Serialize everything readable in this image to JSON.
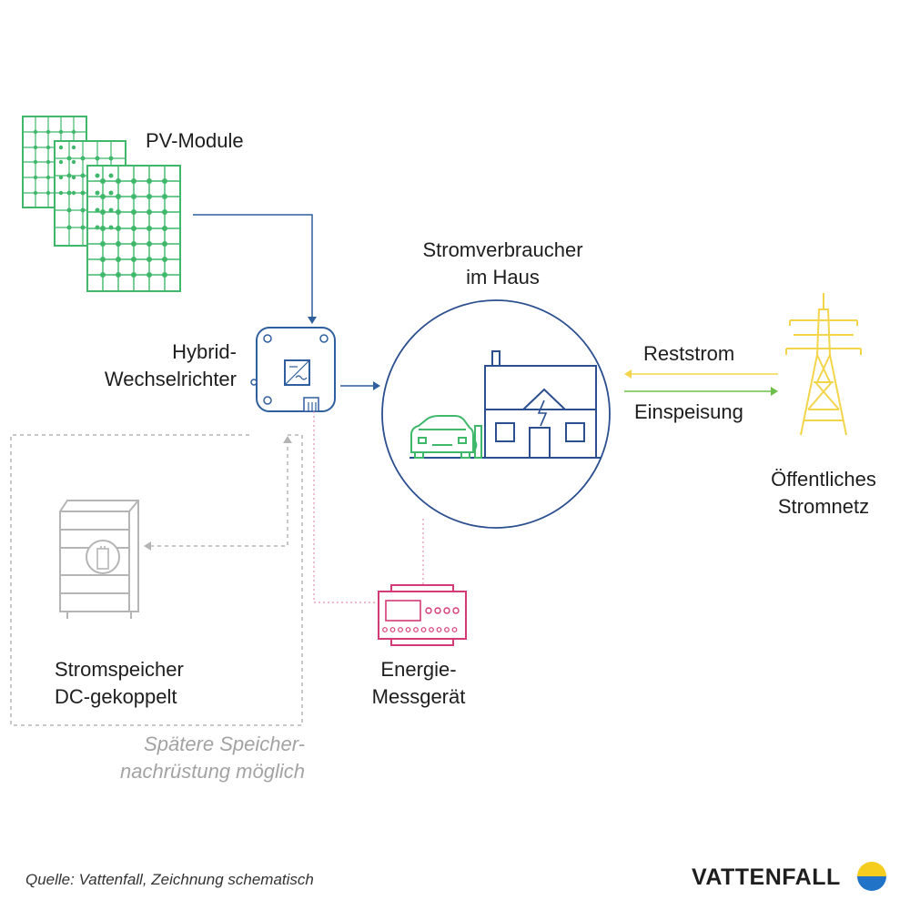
{
  "labels": {
    "pv_modules": "PV-Module",
    "consumers_line1": "Stromverbraucher",
    "consumers_line2": "im Haus",
    "inverter_line1": "Hybrid-",
    "inverter_line2": "Wechselrichter",
    "residual_current": "Reststrom",
    "feed_in": "Einspeisung",
    "grid_line1": "Öffentliches",
    "grid_line2": "Stromnetz",
    "storage_line1": "Stromspeicher",
    "storage_line2": "DC-gekoppelt",
    "meter_line1": "Energie-",
    "meter_line2": "Messgerät",
    "retrofit_line1": "Spätere Speicher-",
    "retrofit_line2": "nachrüstung möglich"
  },
  "footer": {
    "source": "Quelle: Vattenfall, Zeichnung schematisch",
    "brand": "VATTENFALL"
  },
  "colors": {
    "pv_green": "#3fb86b",
    "flow_blue": "#2f5f9e",
    "house_blue": "#2b4f8f",
    "meter_pink": "#d43a78",
    "pylon_yellow": "#f3d54b",
    "feed_green": "#6cc04a",
    "storage_gray": "#b5b5b5",
    "logo_blue": "#2073c6",
    "logo_yellow": "#f5cd1f"
  },
  "icons": [
    "solar-panel-icon",
    "inverter-icon",
    "house-icon",
    "car-icon",
    "power-pylon-icon",
    "battery-storage-icon",
    "energy-meter-icon",
    "vattenfall-logo-icon"
  ]
}
